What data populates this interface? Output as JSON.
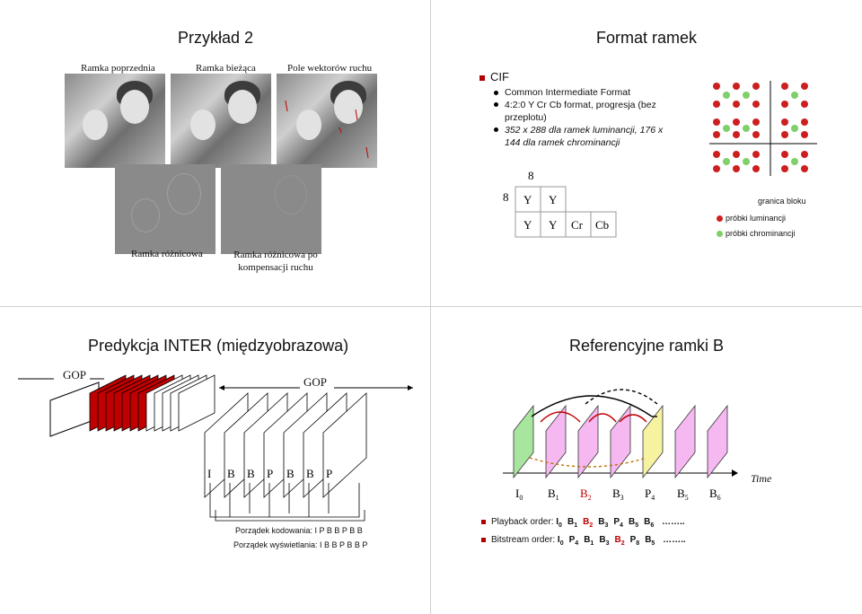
{
  "slide1": {
    "title": "Przykład 2",
    "labels": [
      "Ramka poprzednia",
      "Ramka bieżąca",
      "Pole wektorów ruchu"
    ],
    "diff_labels": [
      "Ramka różnicowa",
      "Ramka różnicowa po kompensacji ruchu"
    ]
  },
  "slide2": {
    "title": "Format ramek",
    "cif": "CIF",
    "bullets": [
      "Common Intermediate Format",
      "4:2:0 Y Cr Cb format, progresja (bez przeplotu)",
      "352 x 288 dla ramek luminancji, 176 x 144 dla ramek chrominancji"
    ],
    "block_labels": [
      "8",
      "8"
    ],
    "block_cells": [
      "Y",
      "Y",
      "Y",
      "Y",
      "Cr",
      "Cb"
    ],
    "legend": [
      "granica bloku",
      "próbki luminancji",
      "próbki chrominancji"
    ],
    "colors": {
      "luma": "#cc1f1f",
      "chroma": "#7fcf6a"
    }
  },
  "slide3": {
    "title": "Predykcja INTER (międzyobrazowa)",
    "gop_left": "GOP",
    "gop_right": "GOP",
    "frames": [
      "I",
      "B",
      "B",
      "P",
      "B",
      "B",
      "P"
    ],
    "order_coding": "Porządek kodowania: I P B B P B B",
    "order_display": "Porządek wyświetlania: I B B P B B P",
    "colors": {
      "gop_fill": "#c00000"
    }
  },
  "slide4": {
    "title": "Referencyjne ramki B",
    "frames": [
      {
        "base": "I",
        "sub": "0"
      },
      {
        "base": "B",
        "sub": "1"
      },
      {
        "base": "B",
        "sub": "2"
      },
      {
        "base": "B",
        "sub": "3"
      },
      {
        "base": "P",
        "sub": "4"
      },
      {
        "base": "B",
        "sub": "5"
      },
      {
        "base": "B",
        "sub": "6"
      }
    ],
    "time_label": "Time",
    "playback_label": "Playback order:",
    "playback_seq": [
      {
        "base": "I",
        "sub": "0"
      },
      {
        "base": "B",
        "sub": "1"
      },
      {
        "base": "B",
        "sub": "2"
      },
      {
        "base": "B",
        "sub": "3"
      },
      {
        "base": "P",
        "sub": "4"
      },
      {
        "base": "B",
        "sub": "5"
      },
      {
        "base": "B",
        "sub": "6"
      }
    ],
    "playback_tail": "……..",
    "bitstream_label": "Bitstream order:",
    "bitstream_seq": [
      {
        "base": "I",
        "sub": "0"
      },
      {
        "base": "P",
        "sub": "4"
      },
      {
        "base": "B",
        "sub": "1"
      },
      {
        "base": "B",
        "sub": "3"
      },
      {
        "base": "B",
        "sub": "2"
      },
      {
        "base": "P",
        "sub": "8"
      },
      {
        "base": "B",
        "sub": "5"
      }
    ],
    "bitstream_tail": "……..",
    "colors": {
      "i_frame": "#a8e6a0",
      "b_frame": "#f5b8f0",
      "p_frame": "#f7f2a0",
      "highlight": "#c00000"
    }
  }
}
